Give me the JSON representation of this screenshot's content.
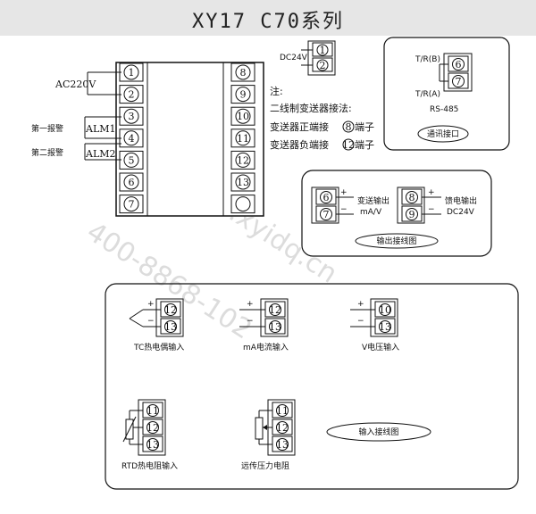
{
  "title": "XY17 C70系列",
  "main_block": {
    "left_terminals": [
      "1",
      "2",
      "3",
      "4",
      "5",
      "6",
      "7"
    ],
    "right_terminals": [
      "8",
      "9",
      "10",
      "11",
      "12",
      "13",
      ""
    ],
    "ac_label": "AC220V",
    "alarm1_label": "第一报警",
    "alarm2_label": "第二报警",
    "alm1_tag": "ALM1",
    "alm2_tag": "ALM2"
  },
  "dc24v_block": {
    "label": "DC24V",
    "terminals": [
      "1",
      "2"
    ]
  },
  "note": {
    "heading": "注:",
    "line1": "二线制变送器接法:",
    "line2_prefix": "变送器正端接",
    "line2_terminal": "8",
    "line2_suffix": "端子",
    "line3_prefix": "变送器负端接",
    "line3_terminal": "12",
    "line3_suffix": "端子"
  },
  "comm_panel": {
    "tr_b": "T/R(B)",
    "tr_a": "T/R(A)",
    "terminals": [
      "6",
      "7"
    ],
    "protocol": "RS-485",
    "caption": "通讯接口"
  },
  "output_panel": {
    "trans_terminals": [
      "6",
      "7"
    ],
    "trans_label1": "变送输出",
    "trans_label2": "mA/V",
    "feed_terminals": [
      "8",
      "9"
    ],
    "feed_label1": "馈电输出",
    "feed_label2": "DC24V",
    "caption": "输出接线图"
  },
  "input_panel": {
    "tc": {
      "terminals": [
        "12",
        "13"
      ],
      "label": "TC热电偶输入"
    },
    "ma": {
      "terminals": [
        "12",
        "13"
      ],
      "label": "mA电流输入"
    },
    "v": {
      "terminals": [
        "10",
        "13"
      ],
      "label": "V电压输入"
    },
    "rtd": {
      "terminals": [
        "11",
        "12",
        "13"
      ],
      "label": "RTD热电阻输入"
    },
    "remote": {
      "terminals": [
        "11",
        "12",
        "13"
      ],
      "label": "远传压力电阻"
    },
    "caption": "输入接线图"
  },
  "watermarks": [
    "400-8868-102",
    "www.xyidq.cn"
  ]
}
